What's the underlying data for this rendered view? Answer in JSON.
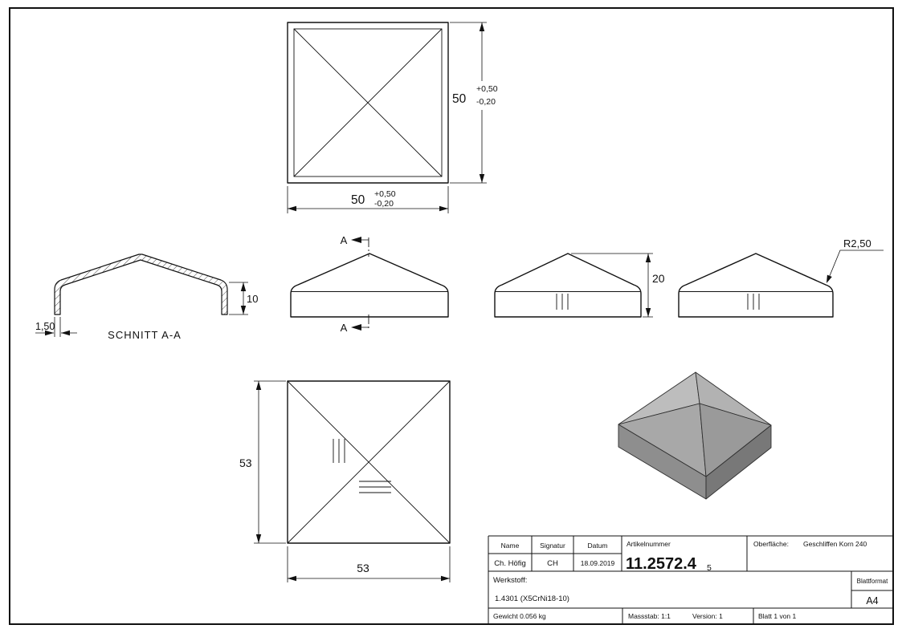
{
  "views": {
    "top": {
      "dim_height": {
        "value": "50",
        "tol_plus": "+0,50",
        "tol_minus": "-0,20"
      },
      "dim_width": {
        "value": "50",
        "tol_plus": "+0,50",
        "tol_minus": "-0,20"
      }
    },
    "section": {
      "label": "SCHNITT A-A",
      "wall_thickness": "1,50",
      "rim_height": "10"
    },
    "side_a": {
      "marker_top": "A",
      "marker_bottom": "A"
    },
    "side_b": {
      "height": "20"
    },
    "side_c": {
      "radius": "R2,50"
    },
    "bottom": {
      "dim_left": "53",
      "dim_bottom": "53"
    }
  },
  "title_block": {
    "headers": {
      "name": "Name",
      "signatur": "Signatur",
      "datum": "Datum",
      "artikelnummer": "Artikelnummer"
    },
    "name": "Ch. Höfig",
    "signatur": "CH",
    "datum": "18.09.2019",
    "artikelnummer": "11.2572.4",
    "artikelnummer_suffix": "5",
    "oberflaeche_label": "Oberfläche:",
    "oberflaeche_value": "Geschliffen Korn 240",
    "werkstoff_label": "Werkstoff:",
    "werkstoff_value": "1.4301 (X5CrNi18-10)",
    "blattformat_label": "Blattformat",
    "blattformat_value": "A4",
    "gewicht": "Gewicht 0.056 kg",
    "massstab": "Massstab: 1:1",
    "version": "Version: 1",
    "blatt": "Blatt 1 von 1"
  },
  "iso_colors": {
    "nw": "#bdbdbd",
    "ne": "#b2b2b2",
    "sw": "#a8a8a8",
    "se": "#9a9a9a",
    "band_left": "#8e8e8e",
    "band_right": "#787878"
  }
}
